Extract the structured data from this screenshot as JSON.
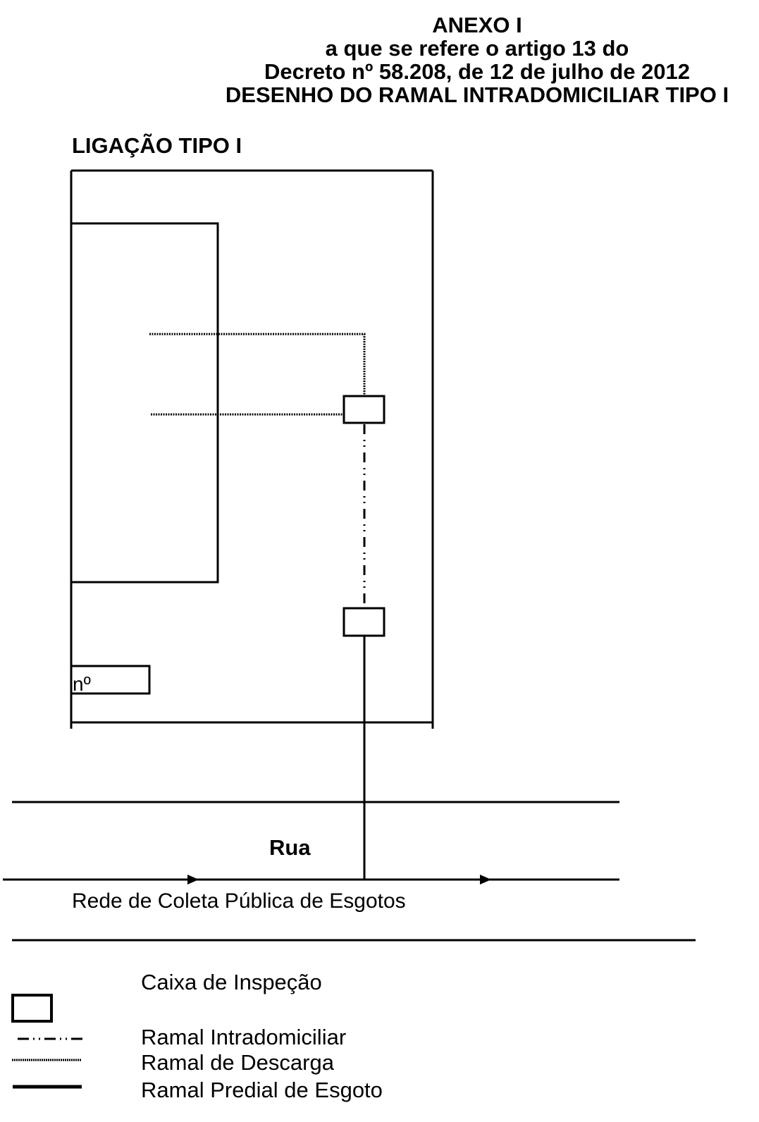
{
  "header": {
    "line1": "ANEXO I",
    "line2": "a que se refere o artigo 13 do",
    "line3": "Decreto nº 58.208, de 12 de julho de 2012",
    "line4": "DESENHO DO RAMAL INTRADOMICILIAR TIPO I"
  },
  "diagram": {
    "subtitle": "LIGAÇÃO TIPO I",
    "number_label": "nº",
    "street_label": "Rua",
    "network_label": "Rede de Coleta Pública de Esgotos"
  },
  "legend": [
    {
      "label": "Caixa de Inspeção",
      "icon": "inspection-box"
    },
    {
      "label": "Ramal Intradomiciliar",
      "icon": "dash-dot-line"
    },
    {
      "label": "Ramal de Descarga",
      "icon": "dotted-line"
    },
    {
      "label": "Ramal Predial de Esgoto",
      "icon": "solid-line"
    }
  ]
}
